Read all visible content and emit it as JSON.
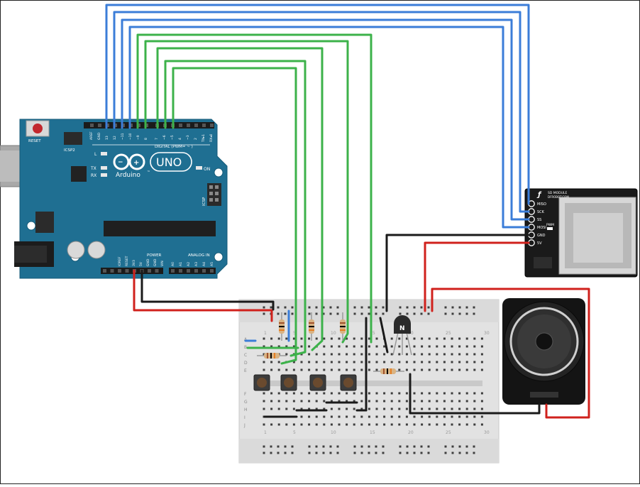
{
  "arduino": {
    "reset_label": "RESET",
    "icsp2_label": "ICSP2",
    "brand": "Arduino",
    "trademark": "™",
    "model": "UNO",
    "digital_label": "DIGITAL (PWM= ~ )",
    "led_l": "L",
    "led_tx": "TX",
    "led_rx": "RX",
    "on_label": "ON",
    "icsp_label": "ICSP",
    "power_label": "POWER",
    "analog_label": "ANALOG IN",
    "top_pins": [
      "AREF",
      "GND",
      "13",
      "12",
      "~11",
      "~10",
      "~9",
      "8",
      "7",
      "~6",
      "~5",
      "4",
      "~3",
      "2",
      "TX▸1",
      "RX◂0"
    ],
    "power_pins": [
      "IOREF",
      "RESET",
      "3V3",
      "5V",
      "GND",
      "GND",
      "VIN"
    ],
    "analog_pins": [
      "A0",
      "A1",
      "A2",
      "A3",
      "A4",
      "A5"
    ]
  },
  "sd_module": {
    "title": "SD MODULE",
    "subtitle": "DFROBOT.COM",
    "pwm": "PWM",
    "pins": [
      "MISO",
      "SCK",
      "SS",
      "MOSI",
      "GND",
      "5V"
    ]
  },
  "transistor": {
    "label": "N"
  },
  "breadboard": {
    "row_labels": [
      "A",
      "B",
      "C",
      "D",
      "E",
      "F",
      "G",
      "H",
      "I",
      "J"
    ],
    "col_numbers": [
      "1",
      "5",
      "10",
      "15",
      "20",
      "25",
      "30"
    ]
  },
  "colors": {
    "wire_blue": "#3b7dd8",
    "wire_green": "#3cb24a",
    "wire_red": "#d0211c",
    "wire_black": "#1a1a1a",
    "board": "#1f6f92",
    "breadboard": "#e4e4e4"
  }
}
